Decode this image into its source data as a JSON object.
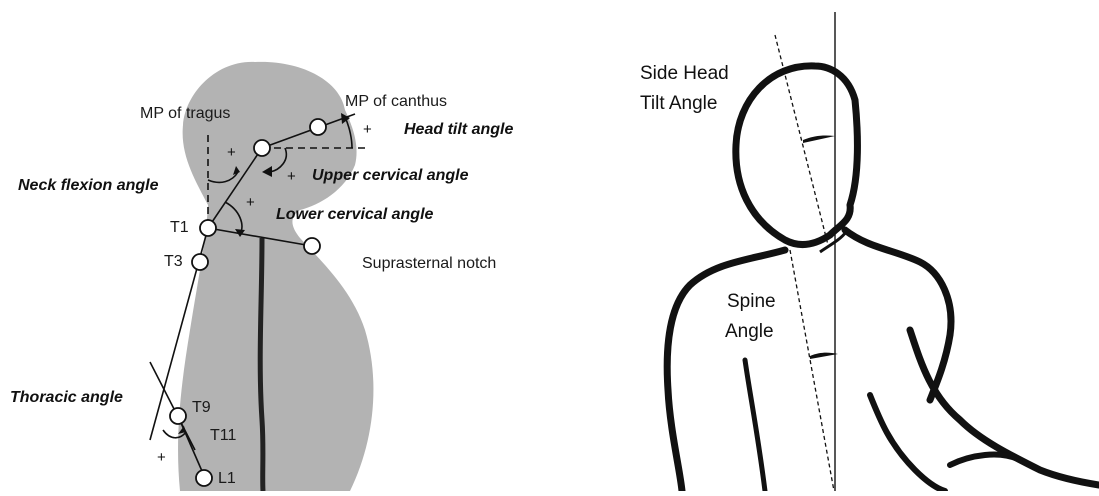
{
  "left_diagram": {
    "landmarks": {
      "tragus": "MP of tragus",
      "canthus": "MP of canthus",
      "t1": "T1",
      "t3": "T3",
      "suprasternal": "Suprasternal notch",
      "t9": "T9",
      "t11": "T11",
      "l1": "L1"
    },
    "angles": {
      "head_tilt": "Head tilt angle",
      "neck_flexion": "Neck flexion angle",
      "upper_cervical": "Upper cervical angle",
      "lower_cervical": "Lower cervical angle",
      "thoracic": "Thoracic angle"
    },
    "plus_sign": "+",
    "colors": {
      "body": "#b3b3b3",
      "line": "#111111",
      "marker_fill": "#ffffff"
    }
  },
  "right_diagram": {
    "side_head_tilt_line1": "Side Head",
    "side_head_tilt_line2": "Tilt Angle",
    "spine_line1": "Spine",
    "spine_line2": "Angle",
    "colors": {
      "outline": "#111111",
      "guide": "#111111"
    }
  }
}
